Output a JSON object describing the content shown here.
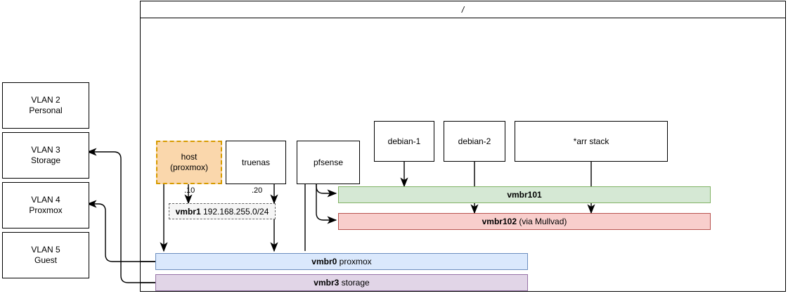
{
  "diagram": {
    "container": {
      "title": "/"
    },
    "vlans": [
      {
        "name": "vlan-2",
        "line1": "VLAN 2",
        "line2": "Personal"
      },
      {
        "name": "vlan-3",
        "line1": "VLAN 3",
        "line2": "Storage"
      },
      {
        "name": "vlan-4",
        "line1": "VLAN 4",
        "line2": "Proxmox"
      },
      {
        "name": "vlan-5",
        "line1": "VLAN 5",
        "line2": "Guest"
      }
    ],
    "nodes": {
      "host": "host\n(proxmox)",
      "truenas": "truenas",
      "pfsense": "pfsense",
      "debian1": "debian-1",
      "debian2": "debian-2",
      "arrstack": "*arr stack"
    },
    "subnet": {
      "bridge": "vmbr1",
      "cidr": "192.168.255.0/24"
    },
    "ports": {
      "host_ip": ".10",
      "truenas_ip": ".20"
    },
    "bridges": [
      {
        "key": "vmbr101",
        "name": "vmbr101",
        "suffix": "",
        "color": "#d5e8d4",
        "border": "#82b366"
      },
      {
        "key": "vmbr102",
        "name": "vmbr102",
        "suffix": "(via Mullvad)",
        "color": "#f8cecc",
        "border": "#b85450"
      },
      {
        "key": "vmbr0",
        "name": "vmbr0",
        "suffix": "proxmox",
        "color": "#dae8fc",
        "border": "#6c8ebf"
      },
      {
        "key": "vmbr3",
        "name": "vmbr3",
        "suffix": "storage",
        "color": "#e1d5e7",
        "border": "#9673a6"
      }
    ]
  }
}
